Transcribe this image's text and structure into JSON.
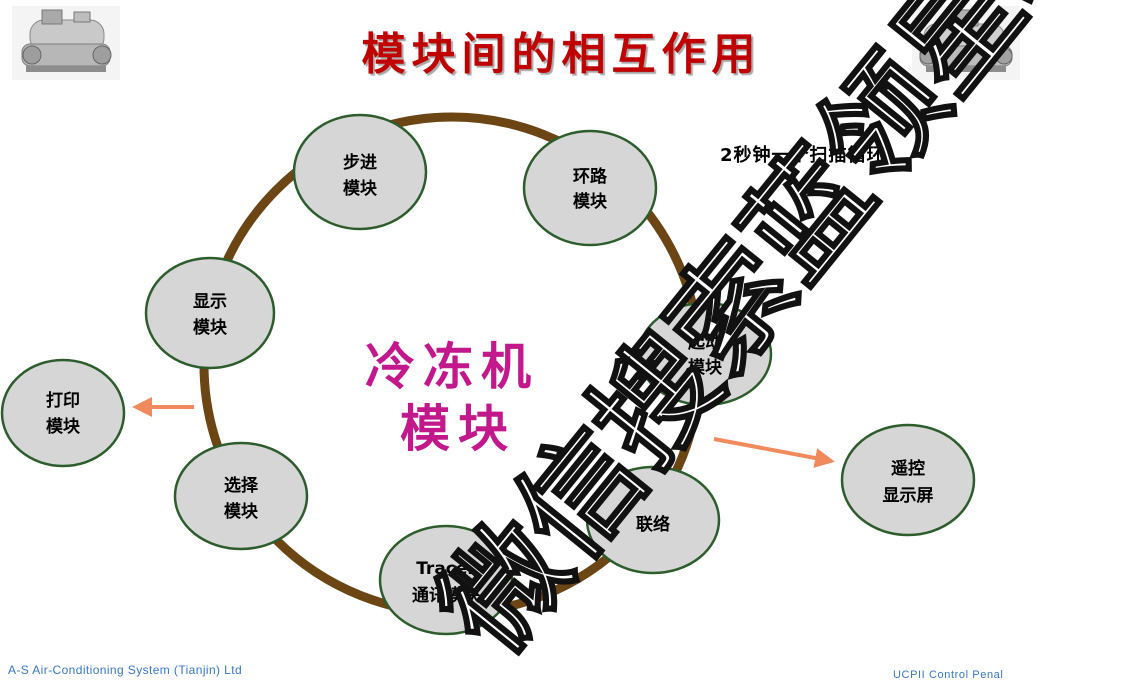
{
  "slide": {
    "title": "模块间的相互作用",
    "scan_note": "2秒钟一个扫描循环",
    "footer_left": "A-S Air-Conditioning System (Tianjin) Ltd",
    "footer_right": "UCPII Control Penal",
    "watermark": "微信搜索蓝领星球"
  },
  "diagram": {
    "center_lines": [
      "冷冻机",
      "模块"
    ],
    "ring_nodes": [
      {
        "id": "step",
        "lines": [
          "步进",
          "模块"
        ]
      },
      {
        "id": "loop",
        "lines": [
          "环路",
          "模块"
        ]
      },
      {
        "id": "start",
        "lines": [
          "起动",
          "模块"
        ]
      },
      {
        "id": "link",
        "lines": [
          "联络"
        ]
      },
      {
        "id": "tracer",
        "lines": [
          "Tracer",
          "通讯模块"
        ]
      },
      {
        "id": "select",
        "lines": [
          "选择",
          "模块"
        ]
      },
      {
        "id": "display",
        "lines": [
          "显示",
          "模块"
        ]
      }
    ],
    "outer_nodes": [
      {
        "id": "print",
        "lines": [
          "打印",
          "模块"
        ]
      },
      {
        "id": "remote",
        "lines": [
          "遥控",
          "显示屏"
        ]
      }
    ],
    "colors": {
      "ring": "#6b4514",
      "node_fill": "#d6d6d6",
      "node_stroke": "#2d5c2d",
      "arrow": "#f08a5d",
      "title": "#c00000",
      "center": "#c2188c",
      "footer": "#3a78c3"
    },
    "icons": [
      "chiller-unit-icon-left",
      "chiller-unit-icon-right"
    ]
  }
}
